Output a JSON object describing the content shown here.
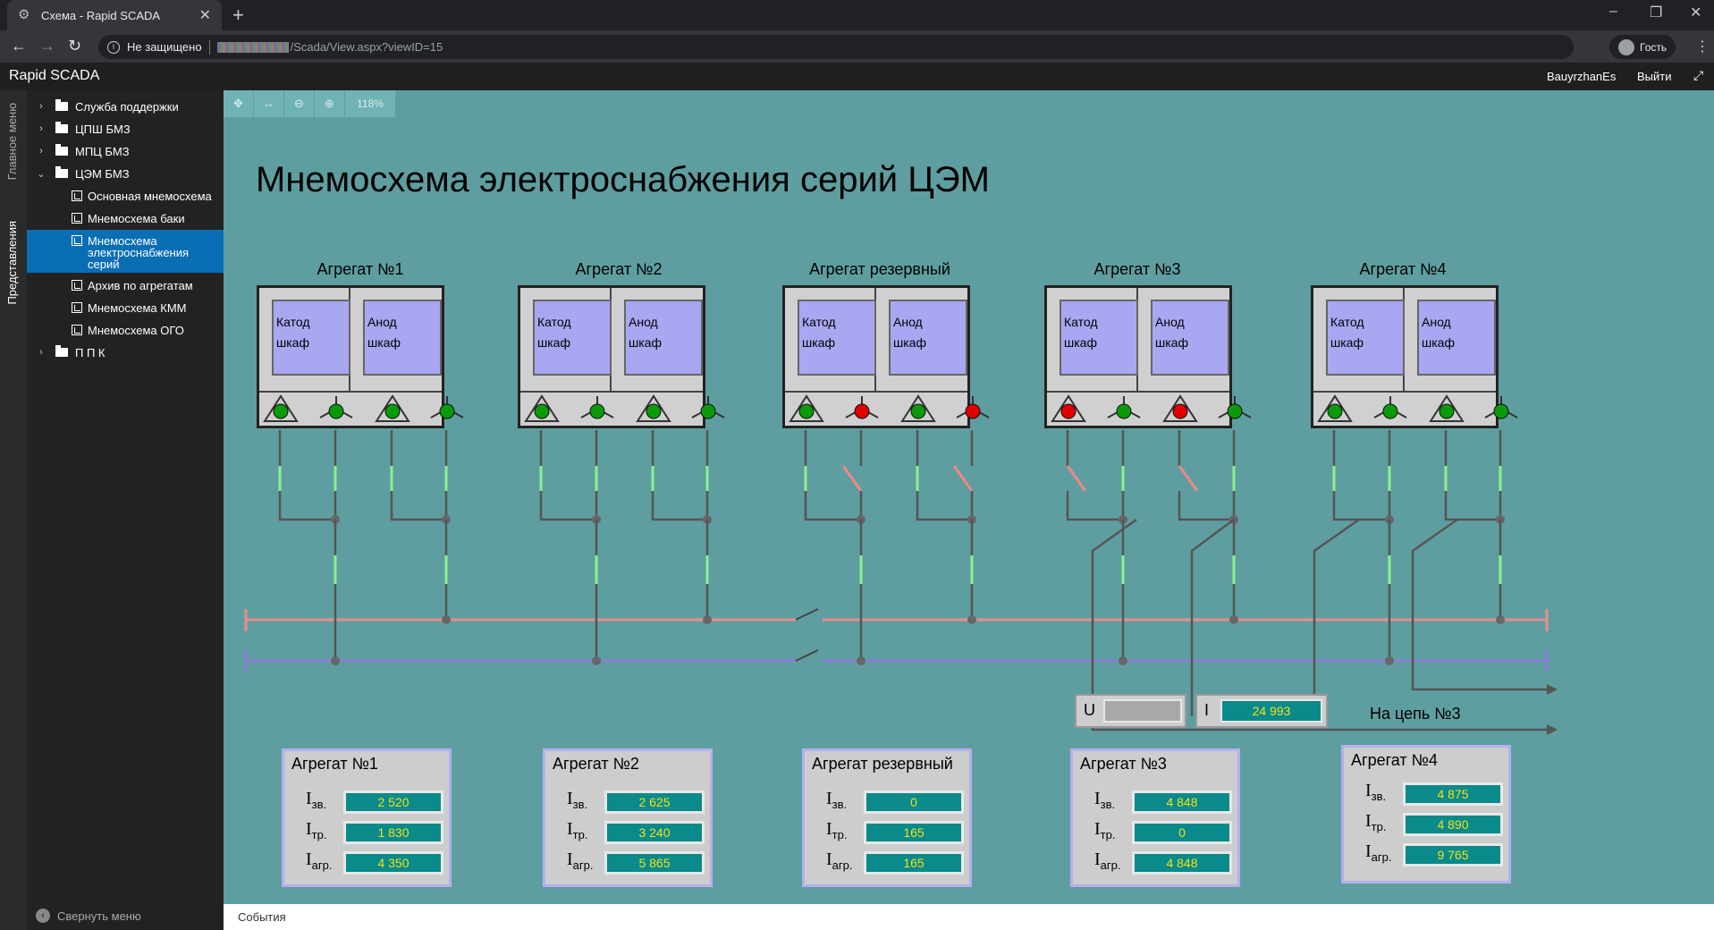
{
  "browser": {
    "tab_title": "Схема - Rapid SCADA",
    "security": "Не защищено",
    "url_path": "/Scada/View.aspx?viewID=15",
    "profile": "Гость"
  },
  "app": {
    "brand": "Rapid SCADA",
    "user": "BauyrzhanEs",
    "logout": "Выйти"
  },
  "vtabs": {
    "main_menu": "Главное меню",
    "views": "Представления"
  },
  "tree": [
    {
      "label": "Служба поддержки",
      "type": "folder"
    },
    {
      "label": "ЦПШ БМЗ",
      "type": "folder"
    },
    {
      "label": "МПЦ БМЗ",
      "type": "folder"
    },
    {
      "label": "ЦЭМ БМЗ",
      "type": "folder-open"
    },
    {
      "label": "Основная мнемосхема",
      "type": "view"
    },
    {
      "label": "Мнемосхема баки",
      "type": "view"
    },
    {
      "label": "Мнемосхема электроснабжения серий",
      "type": "view-selected"
    },
    {
      "label": "Архив по агрегатам",
      "type": "table"
    },
    {
      "label": "Мнемосхема КММ",
      "type": "view"
    },
    {
      "label": "Мнемосхема ОГО",
      "type": "view"
    },
    {
      "label": "П П К",
      "type": "folder"
    }
  ],
  "collapse_menu": "Свернуть меню",
  "toolbar": {
    "zoom": "118%"
  },
  "scheme": {
    "title": "Мнемосхема электроснабжения серий ЦЭМ",
    "cathode_line1": "Катод",
    "anode_line1": "Анод",
    "cabinet_line2": "шкаф",
    "units": [
      {
        "title": "Агрегат №1",
        "lamps": [
          "green",
          "green",
          "green",
          "green"
        ]
      },
      {
        "title": "Агрегат №2",
        "lamps": [
          "green",
          "green",
          "green",
          "green"
        ]
      },
      {
        "title": "Агрегат резервный",
        "lamps": [
          "green",
          "red",
          "green",
          "red"
        ]
      },
      {
        "title": "Агрегат №3",
        "lamps": [
          "red",
          "green",
          "red",
          "green"
        ]
      },
      {
        "title": "Агрегат №4",
        "lamps": [
          "green",
          "green",
          "green",
          "green"
        ]
      }
    ],
    "gauges": [
      {
        "title": "Агрегат №1",
        "zv": "2 520",
        "tr": "1 830",
        "agr": "4 350"
      },
      {
        "title": "Агрегат №2",
        "zv": "2 625",
        "tr": "3 240",
        "agr": "5 865"
      },
      {
        "title": "Агрегат резервный",
        "zv": "0",
        "tr": "165",
        "agr": "165"
      },
      {
        "title": "Агрегат №3",
        "zv": "4 848",
        "tr": "0",
        "agr": "4 848"
      },
      {
        "title": "Агрегат №4",
        "zv": "4 875",
        "tr": "4 890",
        "agr": "9 765"
      }
    ],
    "row_labels": {
      "zv": "зв.",
      "tr": "тр.",
      "agr": "агр."
    },
    "current_symbol": "I",
    "voltage": {
      "label": "U",
      "value": ""
    },
    "current": {
      "label": "I",
      "value": "24 993"
    },
    "chain_label": "На цепь №3"
  },
  "events": "События",
  "colors": {
    "scheme_bg": "#5f9ea0",
    "lamp_green": "#0a9a0a",
    "lamp_red": "#e00000",
    "bus_red": "#e88e8e",
    "bus_blue": "#8a7fd6",
    "wire_green": "#8ef08e"
  }
}
